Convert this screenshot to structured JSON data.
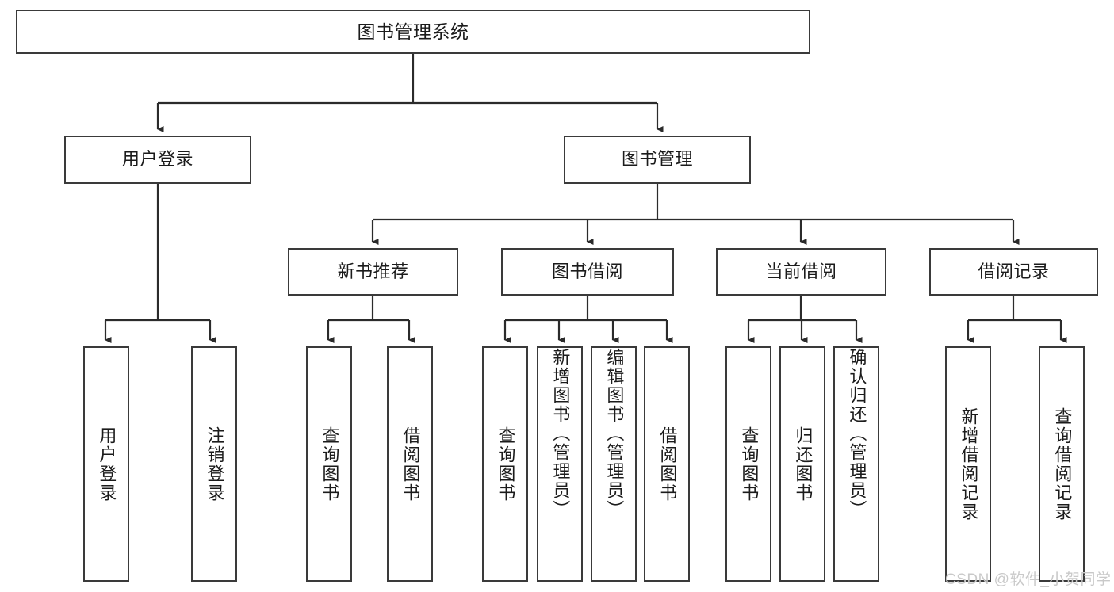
{
  "diagram": {
    "title": "图书管理系统",
    "type": "tree-hierarchy",
    "colors": {
      "box_border": "#3a3a3a",
      "box_fill": "#ffffff",
      "edge": "#2b2b2b",
      "text": "#1b1b1b",
      "watermark": "#c9c9c9"
    },
    "root": {
      "label": "图书管理系统"
    },
    "level2": [
      {
        "label": "用户登录"
      },
      {
        "label": "图书管理"
      }
    ],
    "level3": [
      {
        "label": "新书推荐"
      },
      {
        "label": "图书借阅"
      },
      {
        "label": "当前借阅"
      },
      {
        "label": "借阅记录"
      }
    ],
    "leaves": {
      "user_login": [
        {
          "label": "用户登录"
        },
        {
          "label": "注销登录"
        }
      ],
      "new_book_recommend": [
        {
          "label": "查询图书"
        },
        {
          "label": "借阅图书"
        }
      ],
      "book_borrow": [
        {
          "label": "查询图书"
        },
        {
          "label": "新增图书（管理员）"
        },
        {
          "label": "编辑图书（管理员）"
        },
        {
          "label": "借阅图书"
        }
      ],
      "current_borrow": [
        {
          "label": "查询图书"
        },
        {
          "label": "归还图书"
        },
        {
          "label": "确认归还（管理员）"
        }
      ],
      "borrow_records": [
        {
          "label": "新增借阅记录"
        },
        {
          "label": "查询借阅记录"
        }
      ]
    }
  },
  "watermark": {
    "text": "CSDN @软件_小贺同学"
  }
}
